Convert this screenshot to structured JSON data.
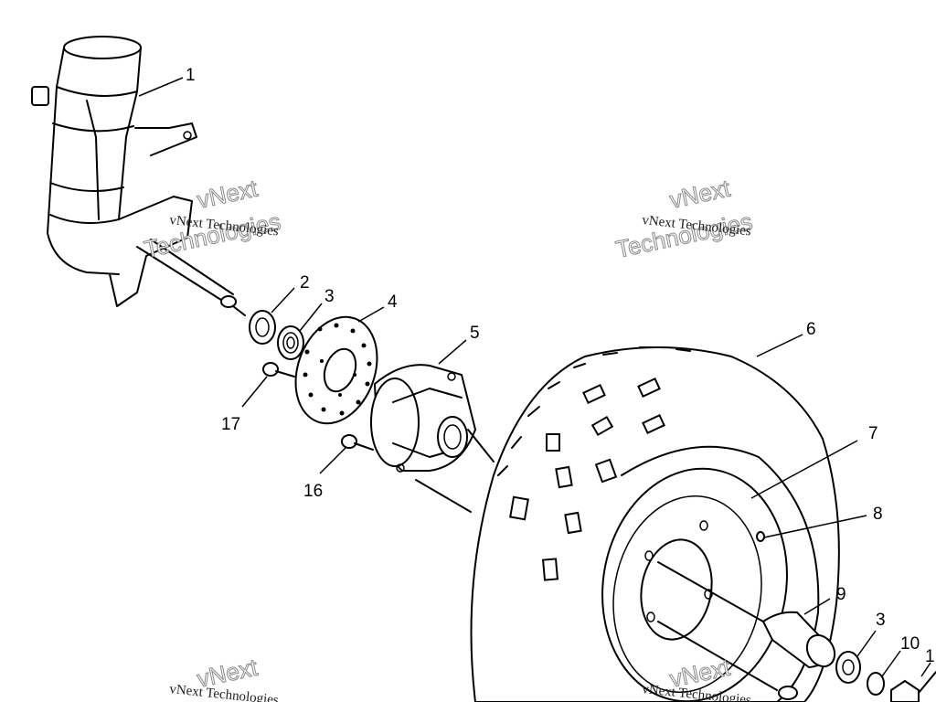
{
  "diagram": {
    "callouts": {
      "c1": "1",
      "c2": "2",
      "c3a": "3",
      "c4": "4",
      "c5": "5",
      "c6": "6",
      "c7": "7",
      "c8": "8",
      "c9": "9",
      "c3b": "3",
      "c10": "10",
      "c11": "1",
      "c16": "16",
      "c17": "17"
    },
    "watermarks": {
      "brand_line": "vNext Technologies",
      "brand_big_1": "vNext",
      "brand_big_2": "Technologies"
    }
  }
}
